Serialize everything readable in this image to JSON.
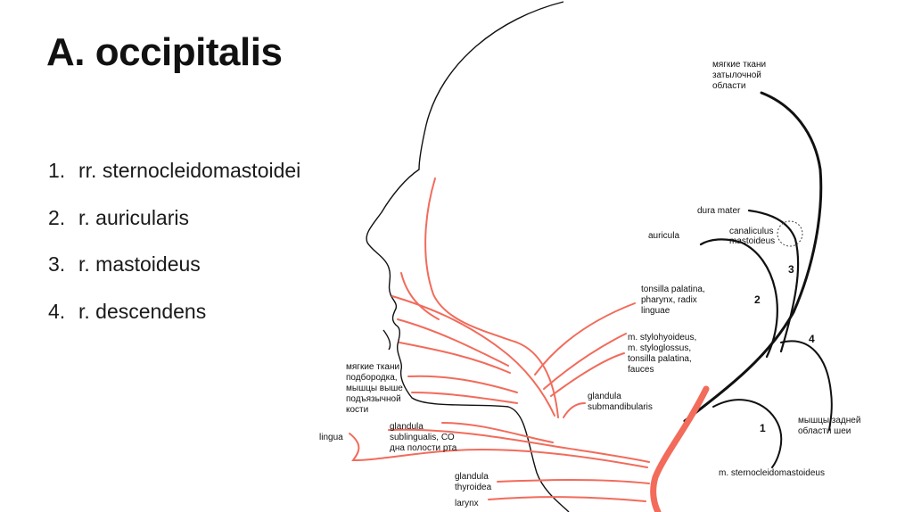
{
  "title": "A. occipitalis",
  "list": [
    {
      "num": "1.",
      "text": "rr. sternocleidomastoidei"
    },
    {
      "num": "2.",
      "text": "r. auricularis"
    },
    {
      "num": "3.",
      "text": "r. mastoideus"
    },
    {
      "num": "4.",
      "text": "r. descendens"
    }
  ],
  "colors": {
    "artery": "#f26b5b",
    "occipital": "#111111",
    "outline": "#111111"
  },
  "labels": {
    "soft_tissue_occ_1": "мягкие ткани",
    "soft_tissue_occ_2": "затылочной",
    "soft_tissue_occ_3": "области",
    "dura": "dura mater",
    "canal_1": "canaliculus",
    "canal_2": "mastoideus",
    "auricula": "auricula",
    "tonsilla_1": "tonsilla palatina,",
    "tonsilla_2": "pharynx, radix",
    "tonsilla_3": "linguae",
    "stylo_1": "m. stylohyoideus,",
    "stylo_2": "m. styloglossus,",
    "stylo_3": "tonsilla palatina,",
    "stylo_4": "fauces",
    "submand_1": "glandula",
    "submand_2": "submandibularis",
    "chin_1": "мягкие ткани",
    "chin_2": "подбородка,",
    "chin_3": "мышцы выше",
    "chin_4": "подъязычной",
    "chin_5": "кости",
    "sublingual_1": "glandula",
    "sublingual_2": "sublingualis, СО",
    "sublingual_3": "дна полости рта",
    "lingua": "lingua",
    "thyroid_1": "glandula",
    "thyroid_2": "thyroidea",
    "larynx": "larynx",
    "neck_1": "мышцы задней",
    "neck_2": "области шеи",
    "scm": "m. sternocleidomastoideus",
    "n1": "1",
    "n2": "2",
    "n3": "3",
    "n4": "4"
  }
}
